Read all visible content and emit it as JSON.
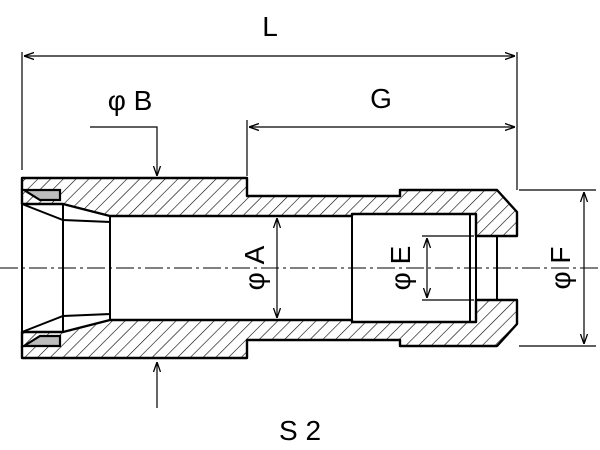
{
  "labels": {
    "length": "L",
    "diameter_b": "φ B",
    "length_g": "G",
    "diameter_a": "φ A",
    "diameter_e": "φ E",
    "diameter_f": "φ F"
  },
  "caption": "S 2"
}
